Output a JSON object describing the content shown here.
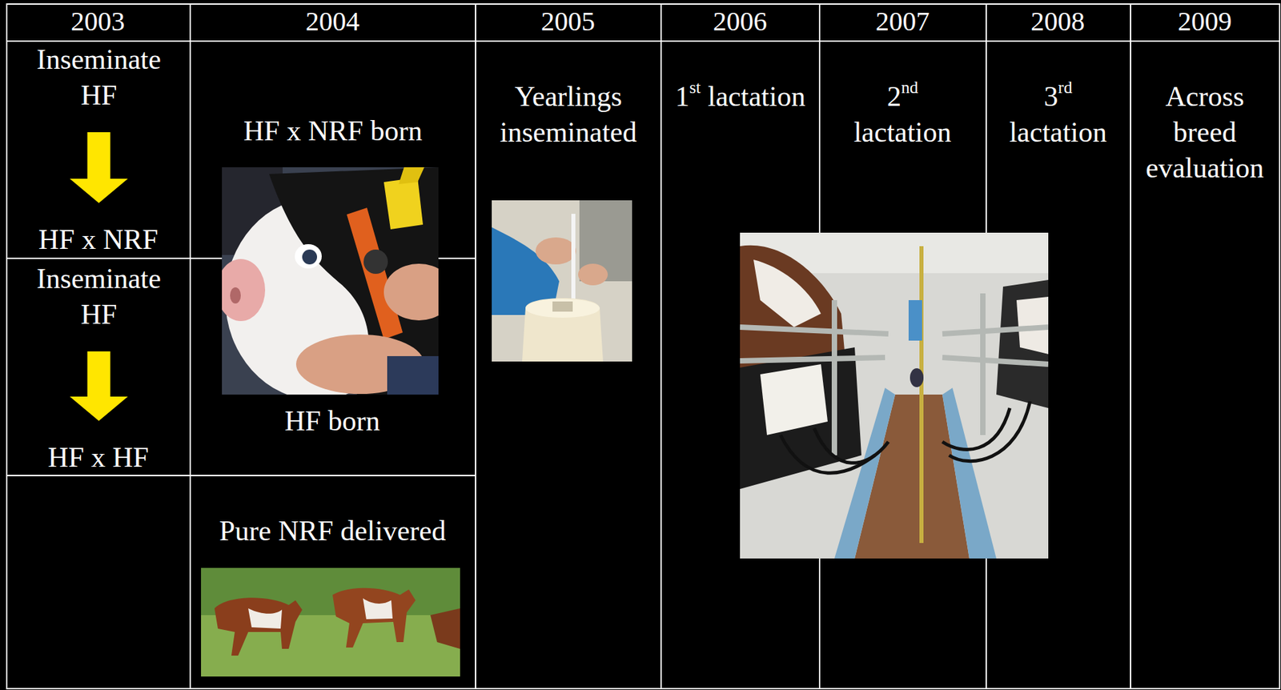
{
  "diagram": {
    "nodes": [
      {
        "text": [
          "2003"
        ]
      },
      {
        "text": [
          "2004"
        ]
      },
      {
        "text": [
          "2005"
        ]
      },
      {
        "text": [
          "2006"
        ]
      },
      {
        "text": [
          "2007"
        ]
      },
      {
        "text": [
          "2008"
        ]
      },
      {
        "text": [
          "2009"
        ]
      },
      {
        "text": [
          "Inseminate HF"
        ]
      },
      {
        "text": [
          "HF x NRF"
        ]
      },
      {
        "text": [
          "Inseminate HF"
        ]
      },
      {
        "text": [
          "HF x HF"
        ]
      },
      {
        "text": [
          "HF x NRF born"
        ]
      },
      {
        "text": [
          "HF born"
        ]
      },
      {
        "text": [
          "Pure NRF delivered"
        ]
      },
      {
        "text": [
          "Yearlings inseminated"
        ]
      },
      {
        "text": [
          "1st lactation"
        ]
      },
      {
        "text": [
          "2nd lactation"
        ]
      },
      {
        "text": [
          "3rd lactation"
        ]
      },
      {
        "text": [
          "Across breed evaluation"
        ]
      }
    ],
    "edges": [
      {
        "from": 7,
        "to": 8,
        "arrow": "to"
      },
      {
        "from": 9,
        "to": 10,
        "arrow": "to"
      }
    ]
  }
}
